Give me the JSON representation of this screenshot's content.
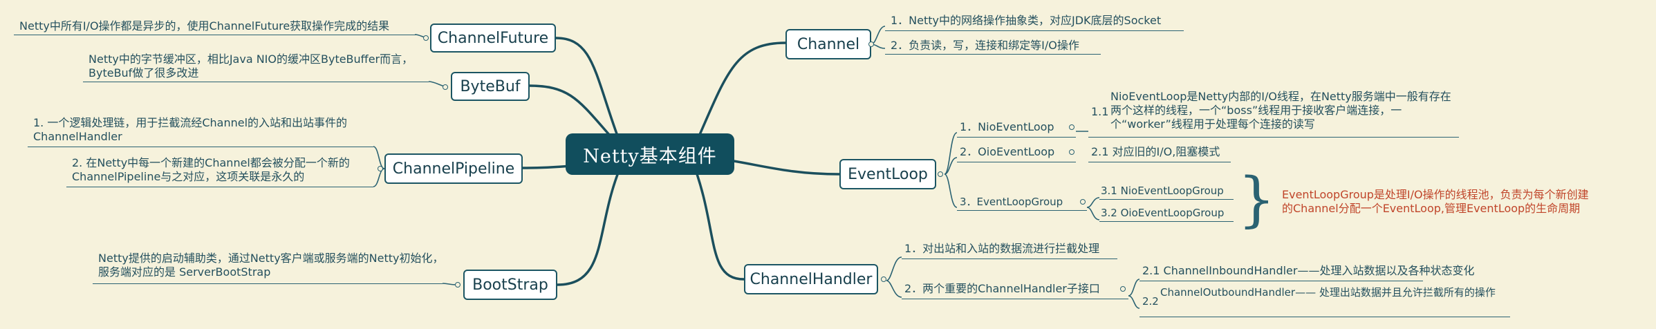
{
  "center": "Netty基本组件",
  "right": {
    "channel": {
      "label": "Channel",
      "items": [
        "1．Netty中的网络操作抽象类，对应JDK底层的Socket",
        "2．负责读，写，连接和绑定等I/O操作"
      ]
    },
    "eventloop": {
      "label": "EventLoop",
      "nio": {
        "label": "1．NioEventLoop",
        "num": "1.1",
        "desc": "NioEventLoop是Netty内部的I/O线程，在Netty服务端中一般有存在两个这样的线程，一个“boss”线程用于接收客户端连接，一个“worker”线程用于处理每个连接的读写"
      },
      "oio": {
        "label": "2．OioEventLoop",
        "desc": "2.1 对应旧的I/O,阻塞模式"
      },
      "group": {
        "label": "3．EventLoopGroup",
        "items": [
          "3.1 NioEventLoopGroup",
          "3.2 OioEventLoopGroup"
        ],
        "note": "EventLoopGroup是处理I/O操作的线程池，负责为每个新创建的Channel分配一个EventLoop,管理EventLoop的生命周期"
      }
    },
    "channelhandler": {
      "label": "ChannelHandler",
      "item1": "1．对出站和入站的数据流进行拦截处理",
      "item2": "2．两个重要的ChannelHandler子接口",
      "sub1": "2.1 ChannelInboundHandler——处理入站数据以及各种状态变化",
      "sub2_num": "2.2",
      "sub2": "ChannelOutboundHandler—— 处理出站数据并且允许拦截所有的操作"
    }
  },
  "left": {
    "channelfuture": {
      "label": "ChannelFuture",
      "desc": "Netty中所有I/O操作都是异步的，使用ChannelFuture获取操作完成的结果"
    },
    "bytebuf": {
      "label": "ByteBuf",
      "desc": "Netty中的字节缓冲区，相比Java NIO的缓冲区ByteBuffer而言，ByteBuf做了很多改进"
    },
    "channelpipeline": {
      "label": "ChannelPipeline",
      "desc1": "1. 一个逻辑处理链，用于拦截流经Channel的入站和出站事件的ChannelHandler",
      "desc2": "2. 在Netty中每一个新建的Channel都会被分配一个新的ChannelPipeline与之对应，这项关联是永久的"
    },
    "bootstrap": {
      "label": "BootStrap",
      "desc": "Netty提供的启动辅助类，通过Netty客户端或服务端的Netty初始化，服务端对应的是 ServerBootStrap"
    }
  }
}
